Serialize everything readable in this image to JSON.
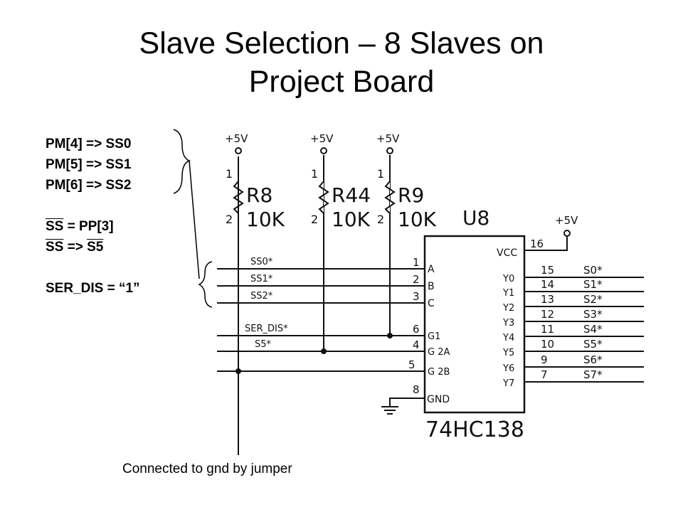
{
  "title_line1": "Slave Selection – 8 Slaves on",
  "title_line2": "Project Board",
  "notes": {
    "line1": "PM[4] => SS0",
    "line2": "PM[5] => SS1",
    "line3": "PM[6] => SS2",
    "ss_bar_1": "SS",
    "line4_rest": " = PP[3]",
    "ss_bar_2": "SS",
    "line5_rest": " => ",
    "s5_bar": "S5",
    "line6": "SER_DIS = “1”"
  },
  "caption": "Connected to gnd by jumper",
  "schematic": {
    "supply": "+5V",
    "resistors": [
      {
        "name": "R8",
        "value": "10K"
      },
      {
        "name": "R44",
        "value": "10K"
      },
      {
        "name": "R9",
        "value": "10K"
      }
    ],
    "pin1": "1",
    "pin2": "2",
    "chip_name": "U8",
    "chip_part": "74HC138",
    "vcc_label": "VCC",
    "vcc_pin": "16",
    "gnd_label": "GND",
    "gnd_pin": "8",
    "inputs": [
      {
        "net": "SS0*",
        "pin": "1",
        "label": "A"
      },
      {
        "net": "SS1*",
        "pin": "2",
        "label": "B"
      },
      {
        "net": "SS2*",
        "pin": "3",
        "label": "C"
      },
      {
        "net": "SER_DIS*",
        "pin": "6",
        "label": "G1"
      },
      {
        "net": "S5*",
        "pin": "4",
        "label": "G 2A"
      },
      {
        "net": "",
        "pin": "5",
        "label": "G 2B"
      }
    ],
    "outputs": [
      {
        "label": "Y0",
        "pin": "15",
        "net": "S0*"
      },
      {
        "label": "Y1",
        "pin": "14",
        "net": "S1*"
      },
      {
        "label": "Y2",
        "pin": "13",
        "net": "S2*"
      },
      {
        "label": "Y3",
        "pin": "12",
        "net": "S3*"
      },
      {
        "label": "Y4",
        "pin": "11",
        "net": "S4*"
      },
      {
        "label": "Y5",
        "pin": "10",
        "net": "S5*"
      },
      {
        "label": "Y6",
        "pin": "9",
        "net": "S6*"
      },
      {
        "label": "Y7",
        "pin": "7",
        "net": "S7*"
      }
    ]
  }
}
